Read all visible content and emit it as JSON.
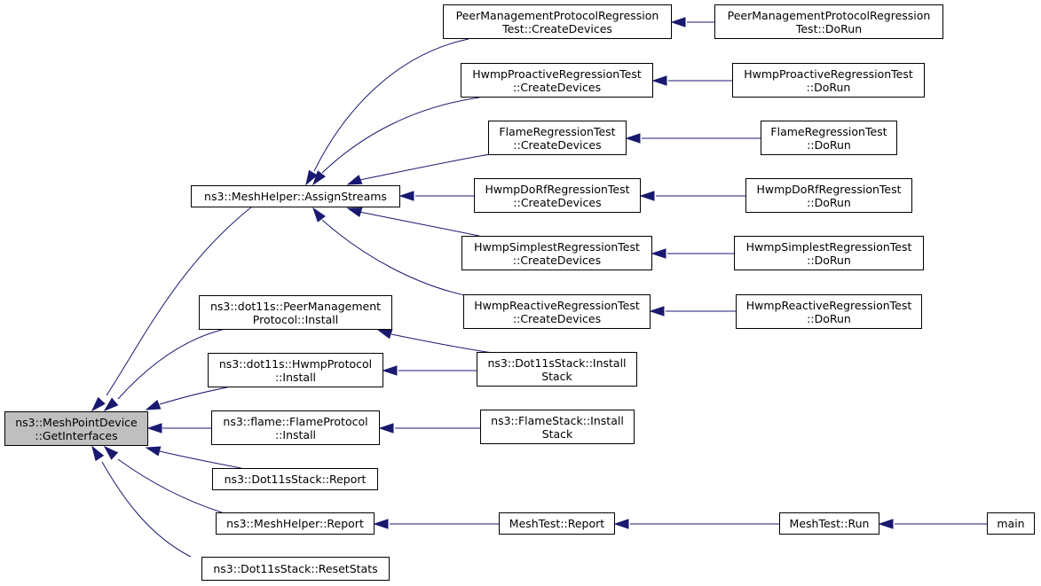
{
  "graph": {
    "root": {
      "line1": "ns3::MeshPointDevice",
      "line2": "::GetInterfaces"
    },
    "nodes": {
      "assign_streams": {
        "line1": "ns3::MeshHelper::AssignStreams",
        "line2": ""
      },
      "peer_mgmt_install": {
        "line1": "ns3::dot11s::PeerManagement",
        "line2": "Protocol::Install"
      },
      "hwmp_install": {
        "line1": "ns3::dot11s::HwmpProtocol",
        "line2": "::Install"
      },
      "flame_install": {
        "line1": "ns3::flame::FlameProtocol",
        "line2": "::Install"
      },
      "dot11s_report": {
        "line1": "ns3::Dot11sStack::Report",
        "line2": ""
      },
      "meshhelper_report": {
        "line1": "ns3::MeshHelper::Report",
        "line2": ""
      },
      "dot11s_resetstats": {
        "line1": "ns3::Dot11sStack::ResetStats",
        "line2": ""
      },
      "peer_reg_create": {
        "line1": "PeerManagementProtocolRegression",
        "line2": "Test::CreateDevices"
      },
      "hwmp_proactive_create": {
        "line1": "HwmpProactiveRegressionTest",
        "line2": "::CreateDevices"
      },
      "flame_reg_create": {
        "line1": "FlameRegressionTest",
        "line2": "::CreateDevices"
      },
      "hwmp_dorf_create": {
        "line1": "HwmpDoRfRegressionTest",
        "line2": "::CreateDevices"
      },
      "hwmp_simplest_create": {
        "line1": "HwmpSimplestRegressionTest",
        "line2": "::CreateDevices"
      },
      "hwmp_reactive_create": {
        "line1": "HwmpReactiveRegressionTest",
        "line2": "::CreateDevices"
      },
      "dot11s_stack_install": {
        "line1": "ns3::Dot11sStack::Install",
        "line2": "Stack"
      },
      "flame_stack_install": {
        "line1": "ns3::FlameStack::Install",
        "line2": "Stack"
      },
      "meshtest_report": {
        "line1": "MeshTest::Report",
        "line2": ""
      },
      "peer_reg_dorun": {
        "line1": "PeerManagementProtocolRegression",
        "line2": "Test::DoRun"
      },
      "hwmp_proactive_dorun": {
        "line1": "HwmpProactiveRegressionTest",
        "line2": "::DoRun"
      },
      "flame_reg_dorun": {
        "line1": "FlameRegressionTest",
        "line2": "::DoRun"
      },
      "hwmp_dorf_dorun": {
        "line1": "HwmpDoRfRegressionTest",
        "line2": "::DoRun"
      },
      "hwmp_simplest_dorun": {
        "line1": "HwmpSimplestRegressionTest",
        "line2": "::DoRun"
      },
      "hwmp_reactive_dorun": {
        "line1": "HwmpReactiveRegressionTest",
        "line2": "::DoRun"
      },
      "meshtest_run": {
        "line1": "MeshTest::Run",
        "line2": ""
      },
      "main": {
        "line1": "main",
        "line2": ""
      }
    },
    "colors": {
      "edge": "#191970",
      "root_fill": "#bfbfbf",
      "node_fill": "#ffffff",
      "border": "#000000"
    }
  }
}
